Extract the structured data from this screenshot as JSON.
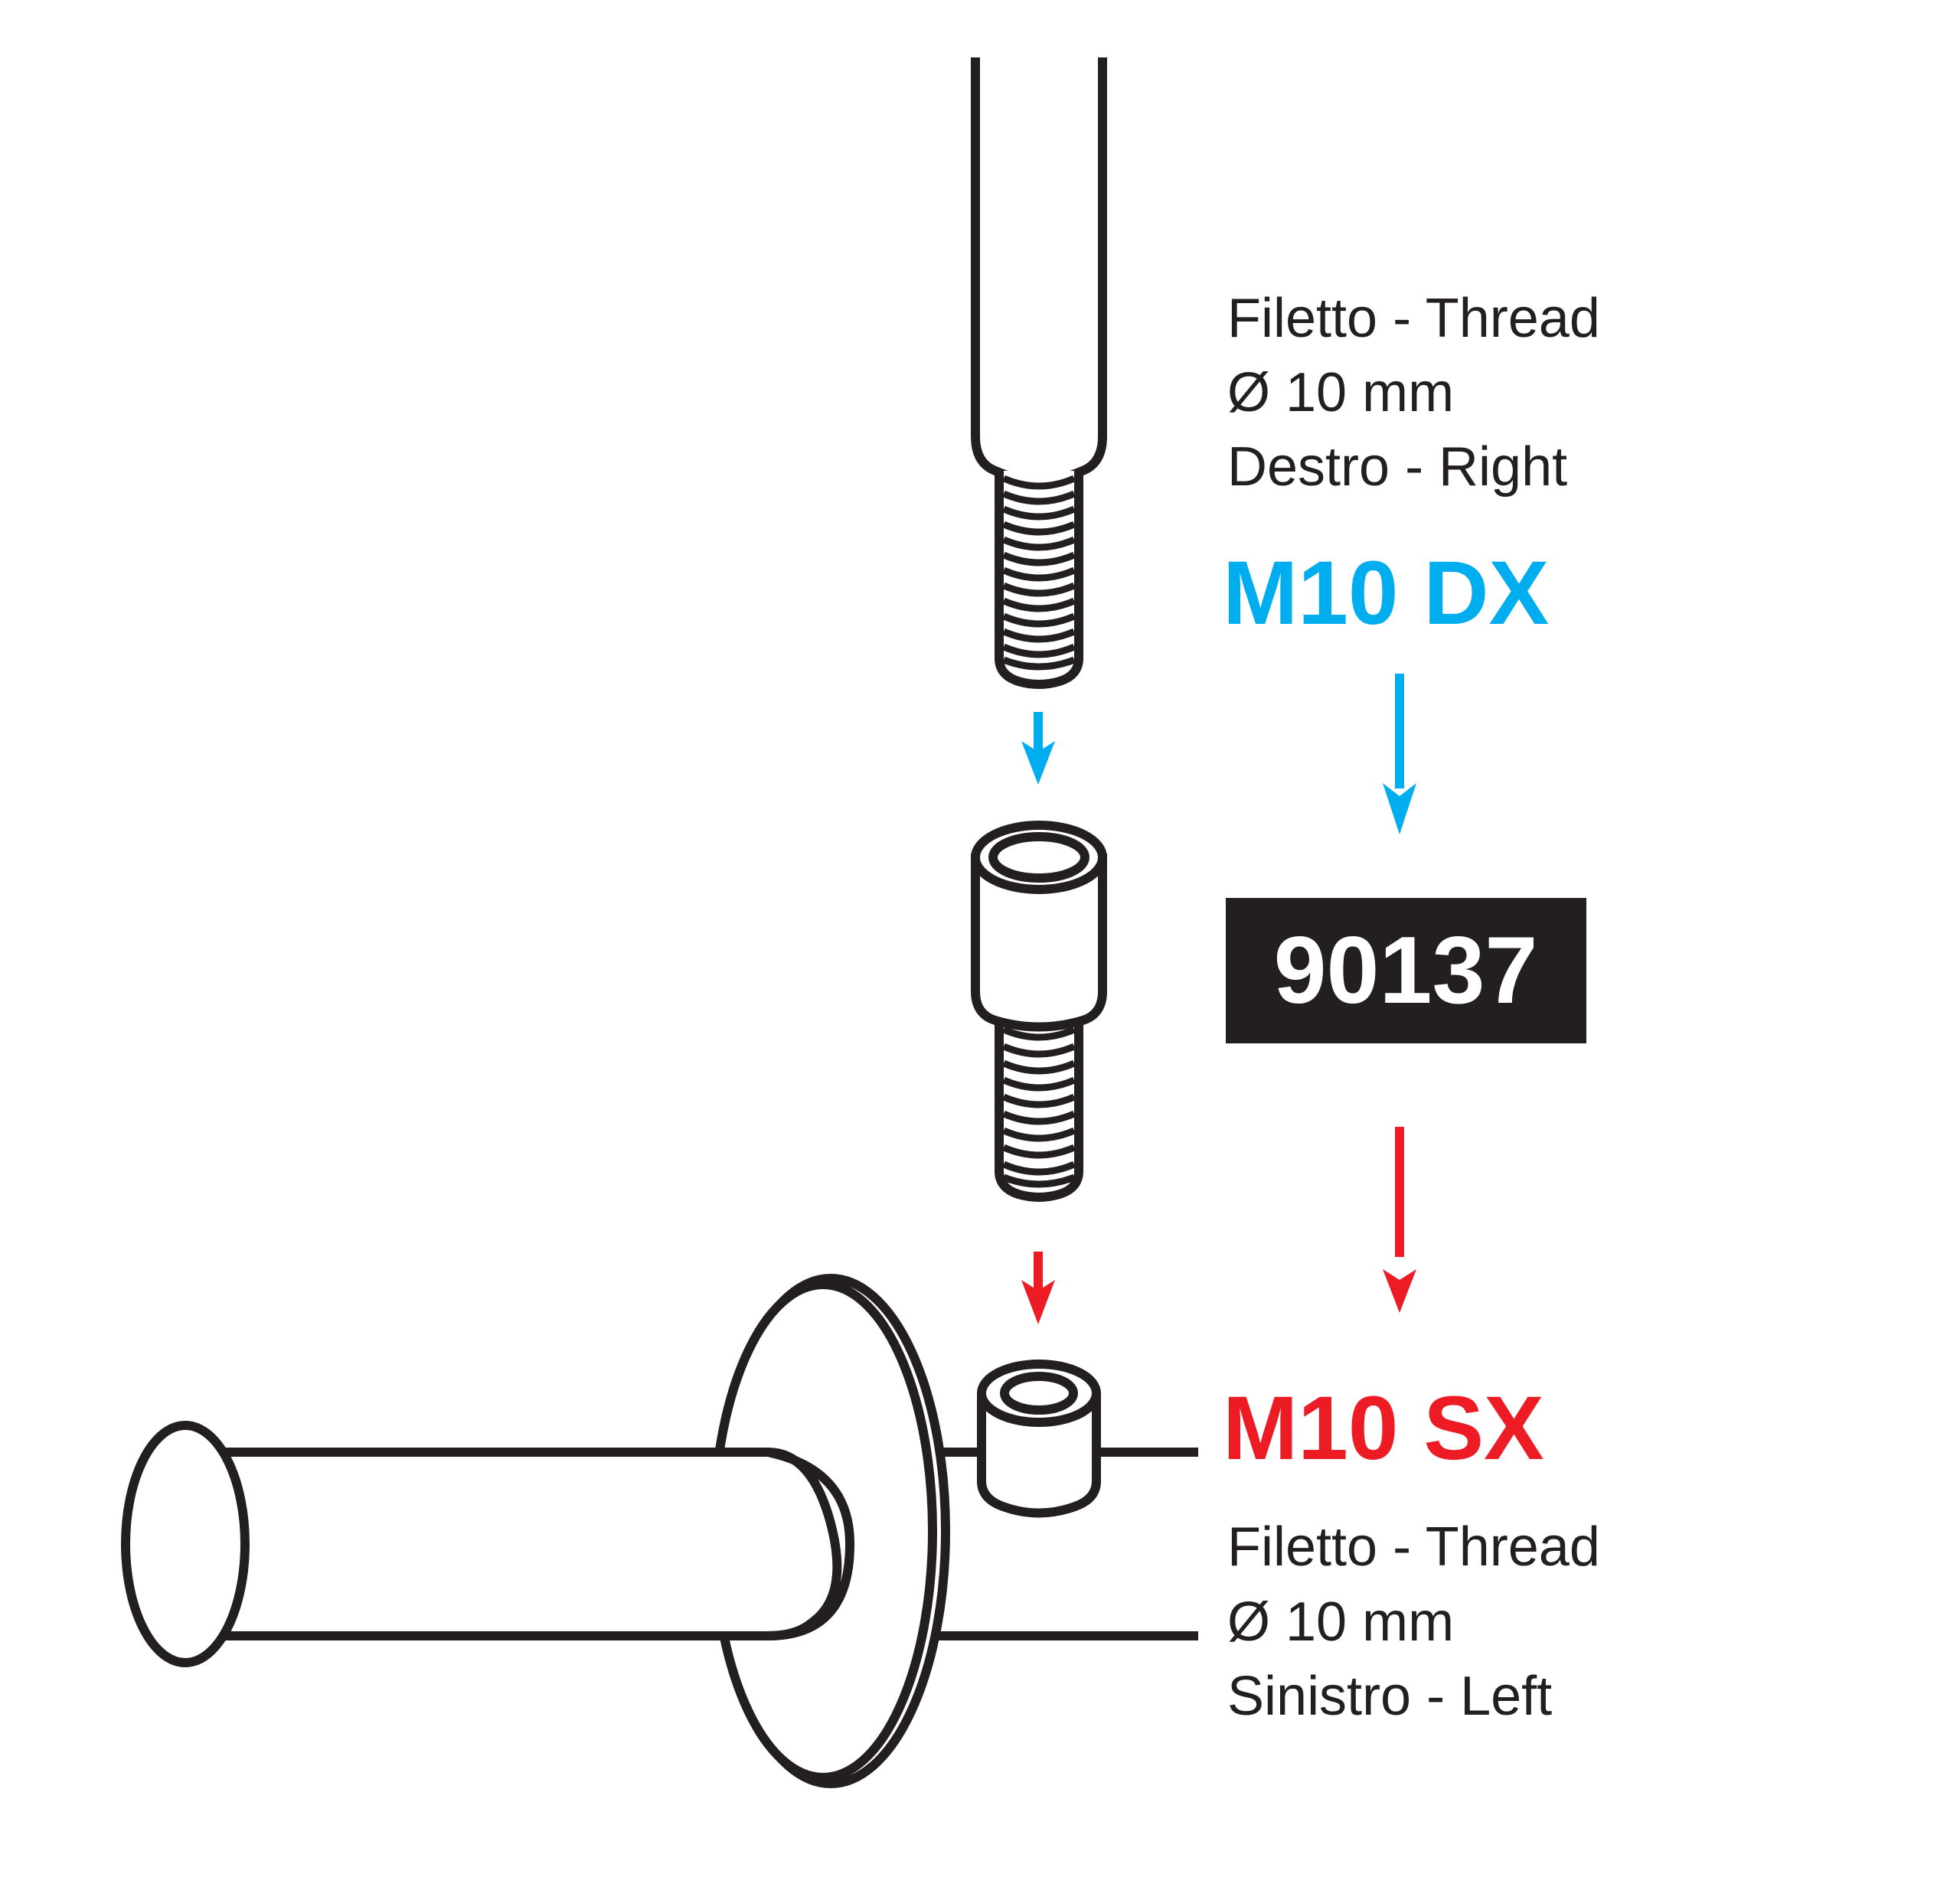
{
  "colors": {
    "right_thread": "#00aeef",
    "left_thread": "#ed1c24",
    "outline": "#231f20",
    "part_box": "#231f20",
    "part_text": "#ffffff",
    "background": "#ffffff"
  },
  "top_spec": {
    "line1": "Filetto - Thread",
    "line2": "Ø 10 mm",
    "line3": "Destro - Right",
    "code": "M10 DX"
  },
  "part": {
    "number": "90137"
  },
  "bottom_spec": {
    "code": "M10 SX",
    "line1": "Filetto - Thread",
    "line2": "Ø 10 mm",
    "line3": "Sinistro - Left"
  },
  "parts": [
    {
      "name": "mirror-stem",
      "thread": "M10 DX"
    },
    {
      "name": "adapter",
      "label": "90137"
    },
    {
      "name": "handlebar-mount",
      "thread": "M10 SX"
    }
  ],
  "arrows": [
    {
      "name": "stem-to-adapter",
      "color": "right_thread"
    },
    {
      "name": "dx-to-part",
      "color": "right_thread"
    },
    {
      "name": "adapter-to-mount",
      "color": "left_thread"
    },
    {
      "name": "part-to-sx",
      "color": "left_thread"
    }
  ]
}
